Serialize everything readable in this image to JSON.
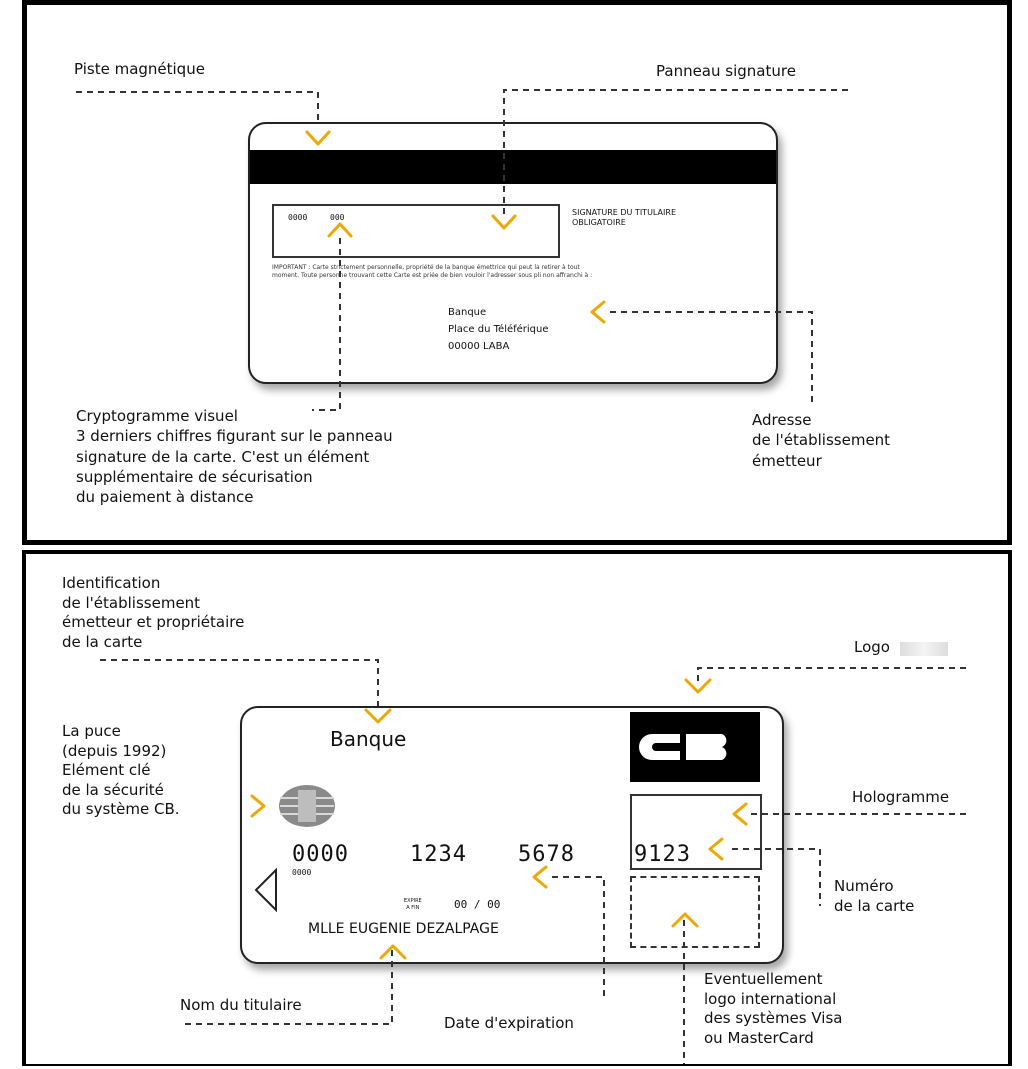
{
  "top": {
    "labels": {
      "piste": "Piste magnétique",
      "panneau": "Panneau signature",
      "crypto": "Cryptogramme visuel\n3 derniers chiffres figurant sur le panneau\nsignature de la carte. C'est un élément\nsupplémentaire de sécurisation\ndu paiement à distance",
      "adresse": "Adresse\nde l'établissement\németteur"
    },
    "card": {
      "sig_numbers_1": "0000",
      "sig_numbers_2": "000",
      "signature_text": "SIGNATURE DU TITULAIRE\nOBLIGATOIRE",
      "important_text": "IMPORTANT : Carte strictement personnelle, propriété de la banque émettrice qui peut la retirer à tout\nmoment. Toute personne trouvant cette Carte est priée de bien vouloir l'adresser sous pli non affranchi à :",
      "address": "Banque\nPlace du Téléférique\n00000 LABA"
    }
  },
  "bottom": {
    "labels": {
      "identification": "Identification\nde l'établissement\németteur et propriétaire\nde la carte",
      "logo": "Logo",
      "puce": "La puce\n(depuis 1992)\nElément clé\nde la sécurité\ndu système CB.",
      "hologramme": "Hologramme",
      "numero": "Numéro\nde la carte",
      "nom": "Nom du titulaire",
      "date": "Date d'expiration",
      "eventuellement": "Eventuellement\nlogo international\ndes systèmes Visa\nou MasterCard"
    },
    "card": {
      "bank": "Banque",
      "num1": "0000",
      "num2": "1234",
      "num3": "5678",
      "num4": "9123",
      "small_num": "0000",
      "expire_label": "EXPIRE\nA FIN",
      "expire_value": "00 / 00",
      "holder": "MLLE EUGENIE DEZALPAGE"
    }
  },
  "colors": {
    "arrow": "#f0a800",
    "line": "#333333"
  }
}
